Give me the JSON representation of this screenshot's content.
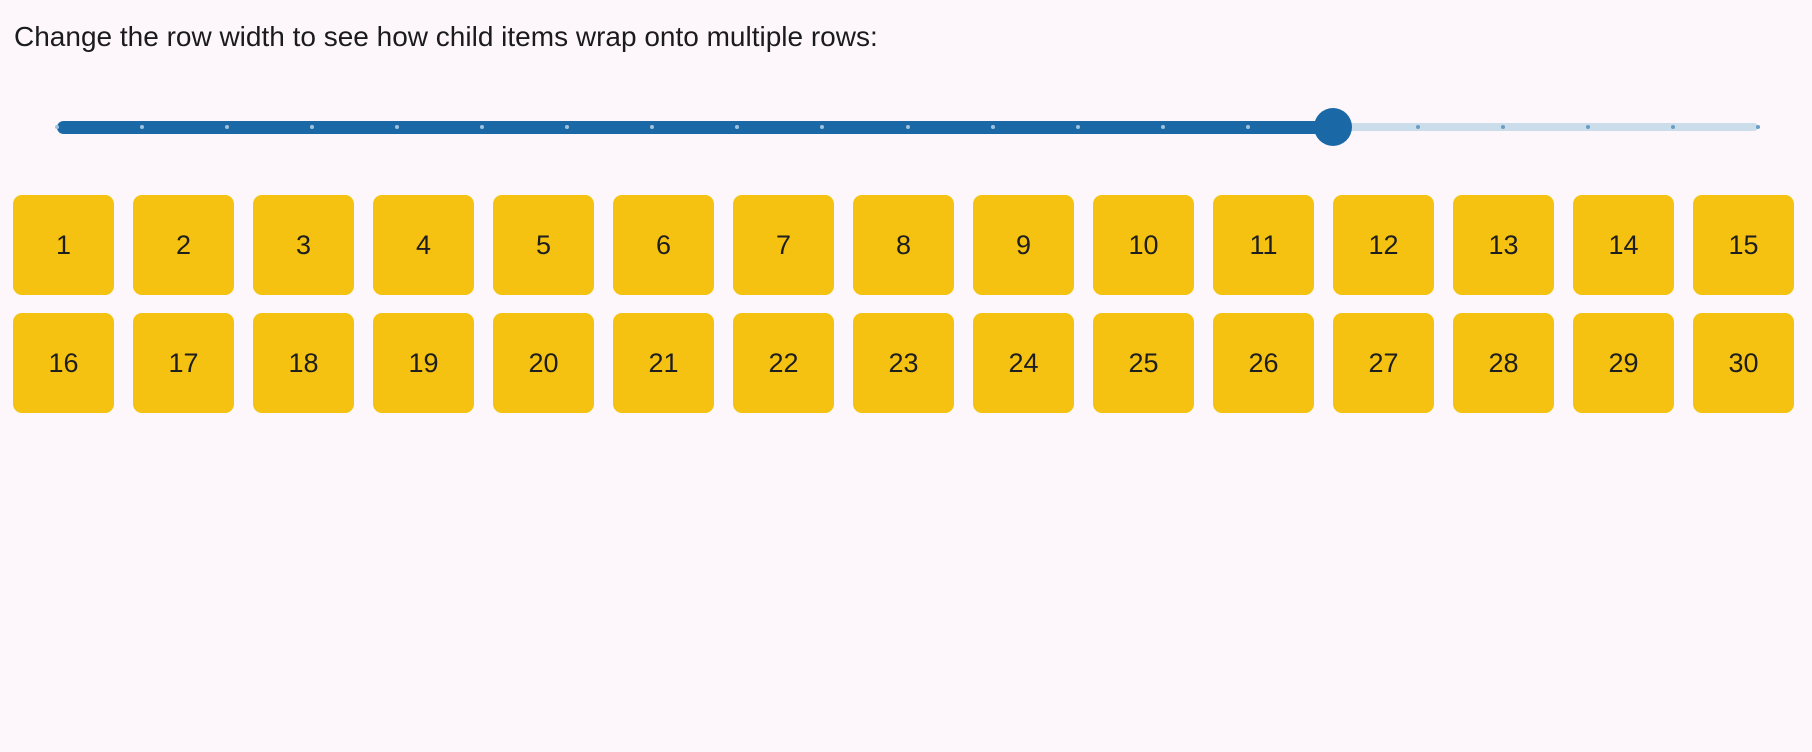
{
  "colors": {
    "bg": "#FDF7FC",
    "text": "#1B1B1B",
    "accent": "#1A69A6",
    "rail": "#CBDCEA",
    "tick_on_filled": "#9FC3DE",
    "tick_on_rail": "#6B9CC4",
    "tile": "#F5C211",
    "tile_text": "#1E1E1E"
  },
  "header": {
    "instruction": "Change the row width to see how child items wrap onto multiple rows:"
  },
  "slider": {
    "min": 0,
    "max": 20,
    "value": 15,
    "percent": 75,
    "tick_count": 21
  },
  "items": {
    "values": [
      "1",
      "2",
      "3",
      "4",
      "5",
      "6",
      "7",
      "8",
      "9",
      "10",
      "11",
      "12",
      "13",
      "14",
      "15",
      "16",
      "17",
      "18",
      "19",
      "20",
      "21",
      "22",
      "23",
      "24",
      "25",
      "26",
      "27",
      "28",
      "29",
      "30"
    ]
  }
}
